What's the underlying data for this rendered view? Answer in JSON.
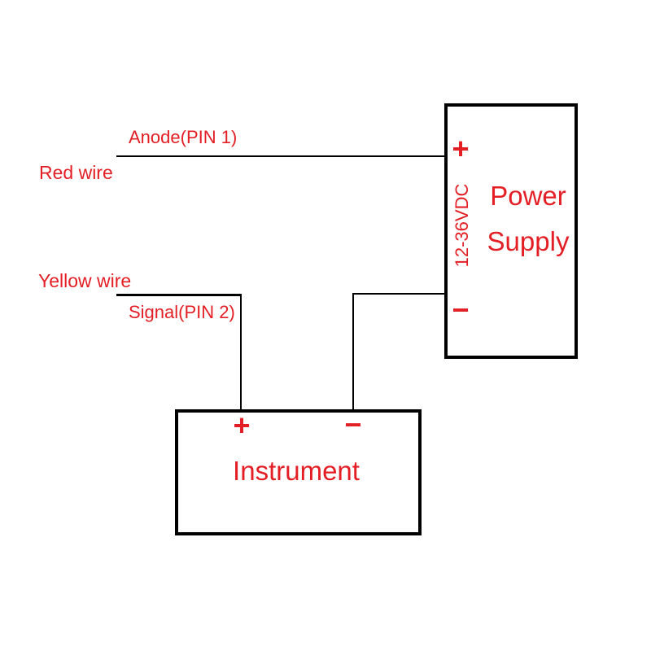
{
  "colors": {
    "label_red": "#e31e24",
    "wire_black": "#000000",
    "background": "#ffffff"
  },
  "wiring": {
    "red_wire": {
      "label": "Red wire",
      "pin_label": "Anode(PIN 1)"
    },
    "yellow_wire": {
      "label": "Yellow wire",
      "pin_label": "Signal(PIN 2)"
    }
  },
  "power_supply": {
    "title": "Power Supply",
    "voltage_rating": "12-36VDC",
    "positive_terminal": "+",
    "negative_terminal": "−"
  },
  "instrument": {
    "title": "Instrument",
    "positive_terminal": "+",
    "negative_terminal": "−"
  }
}
